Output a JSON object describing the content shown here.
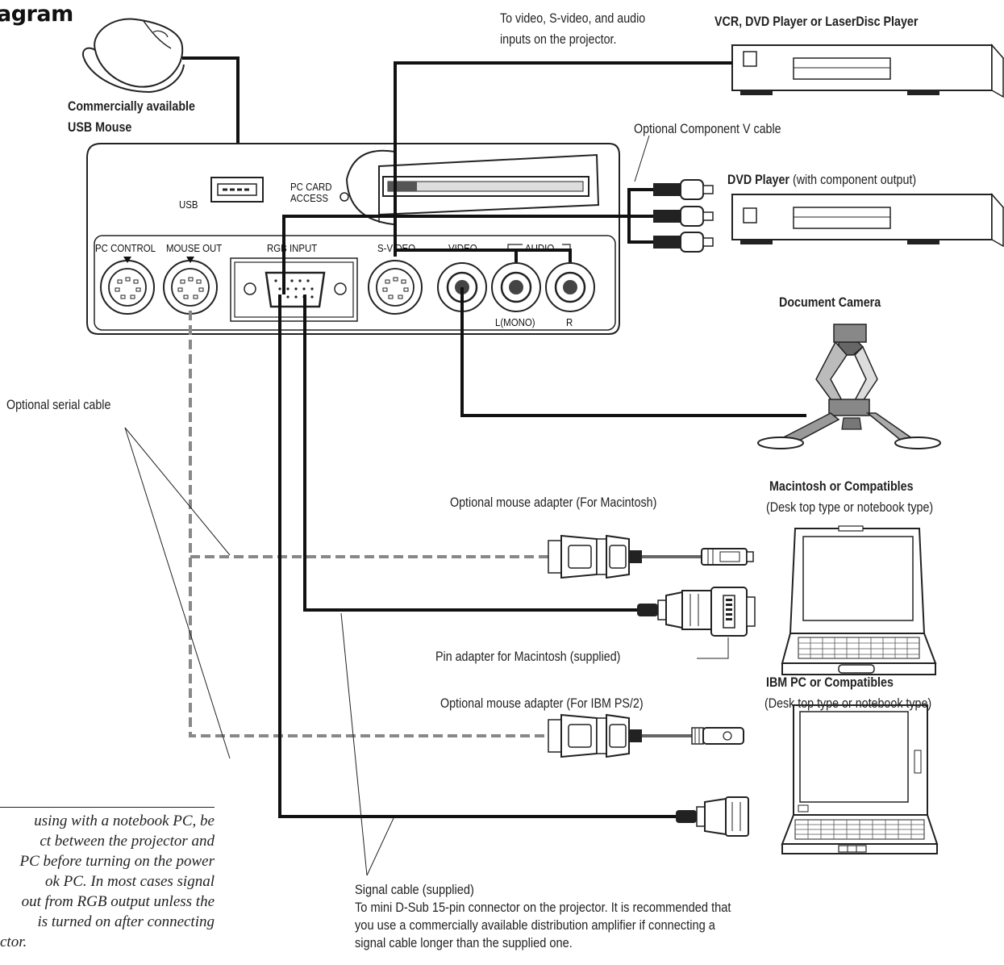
{
  "title": "agram",
  "labels": {
    "to_video": [
      "To video, S-video, and audio",
      "inputs on the projector."
    ],
    "vcr": "VCR, DVD Player or LaserDisc Player",
    "usb_mouse": [
      "Commercially available",
      "USB Mouse"
    ],
    "optional_component": "Optional Component V cable",
    "dvd_bold": "DVD Player",
    "dvd_rest": " (with component output)",
    "document_camera": "Document Camera",
    "optional_serial": "Optional serial cable",
    "mac_title": "Macintosh or Compatibles",
    "mac_sub": "(Desk top type or notebook type)",
    "mouse_adapter_mac": "Optional mouse adapter (For Macintosh)",
    "pin_adapter": "Pin adapter for Macintosh (supplied)",
    "ibm_title": "IBM PC or Compatibles",
    "ibm_sub": "(Desk top type or notebook type)",
    "mouse_adapter_ibm": "Optional mouse adapter (For IBM PS/2)"
  },
  "panel": {
    "usb": "USB",
    "pc_card": [
      "PC CARD",
      "ACCESS"
    ],
    "pc_control": "PC  CONTROL",
    "mouse_out": "MOUSE OUT",
    "rgb_input": "RGB INPUT",
    "s_video": "S-VIDEO",
    "video": "VIDEO",
    "audio": "AUDIO",
    "l_mono": "L(MONO)",
    "r": "R"
  },
  "signal_cable": [
    "Signal cable (supplied)",
    "To mini D-Sub 15-pin connector on the projector. It is recommended that",
    "you use a commercially available distribution amplifier if connecting a",
    "signal cable longer than the supplied one."
  ],
  "note": [
    "using with a notebook PC, be",
    "ct between the projector and",
    "PC before turning on the power",
    "ok PC. In most cases signal",
    "out from RGB output unless the",
    "is turned on after connecting",
    "ctor."
  ]
}
